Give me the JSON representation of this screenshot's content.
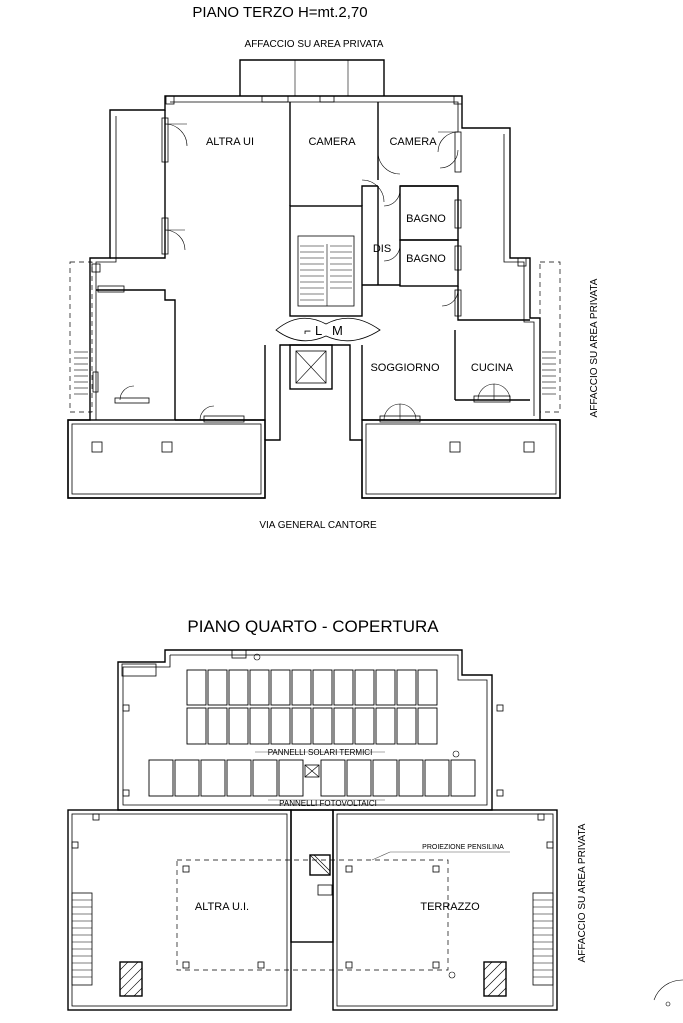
{
  "floor3": {
    "title": "PIANO TERZO H=mt.2,70",
    "top_label": "AFFACCIO SU AREA PRIVATA",
    "side_label": "AFFACCIO SU AREA PRIVATA",
    "bottom_label": "VIA GENERAL CANTORE",
    "rooms": {
      "altra_ui": "ALTRA UI",
      "camera1": "CAMERA",
      "camera2": "CAMERA",
      "bagno1": "BAGNO",
      "bagno2": "BAGNO",
      "dis": "DIS",
      "soggiorno": "SOGGIORNO",
      "cucina": "CUCINA"
    }
  },
  "floor4": {
    "title": "PIANO QUARTO - COPERTURA",
    "side_label": "AFFACCIO SU AREA PRIVATA",
    "annotations": {
      "solari": "PANNELLI SOLARI TERMICI",
      "fotovoltaici": "PANNELLI FOTOVOLTAICI",
      "pensilina": "PROIEZIONE PENSILINA"
    },
    "rooms": {
      "altra_ui": "ALTRA U.I.",
      "terrazzo": "TERRAZZO"
    }
  }
}
